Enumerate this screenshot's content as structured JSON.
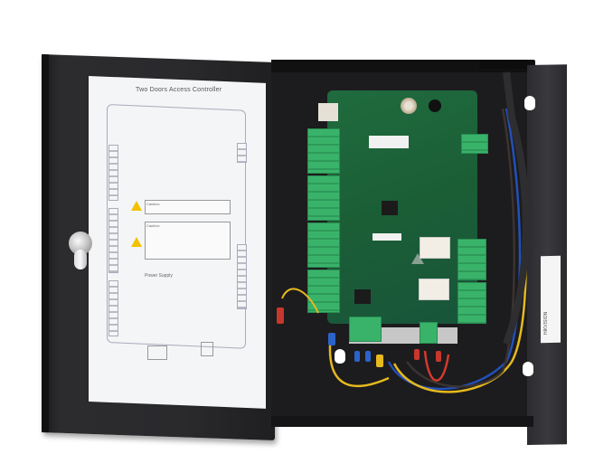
{
  "image": {
    "subject": "Two-door access controller in an open black metal enclosure",
    "background_color": "#ffffff"
  },
  "door_panel": {
    "wiring_diagram": {
      "title": "Two Doors Access Controller",
      "caution_1": "Caution:",
      "caution_2": "Caution:",
      "power_supply_heading": "Power Supply"
    }
  },
  "enclosure": {
    "side_label_brand": "HIKVISION"
  },
  "colors": {
    "enclosure": "#1c1c1e",
    "pcb": "#1b5e36",
    "terminal_blocks": "#3ab36a",
    "warning_yellow": "#f2c200",
    "wire_red": "#d33a2c",
    "wire_blue": "#2350b8",
    "wire_yellow": "#e6b91e"
  }
}
